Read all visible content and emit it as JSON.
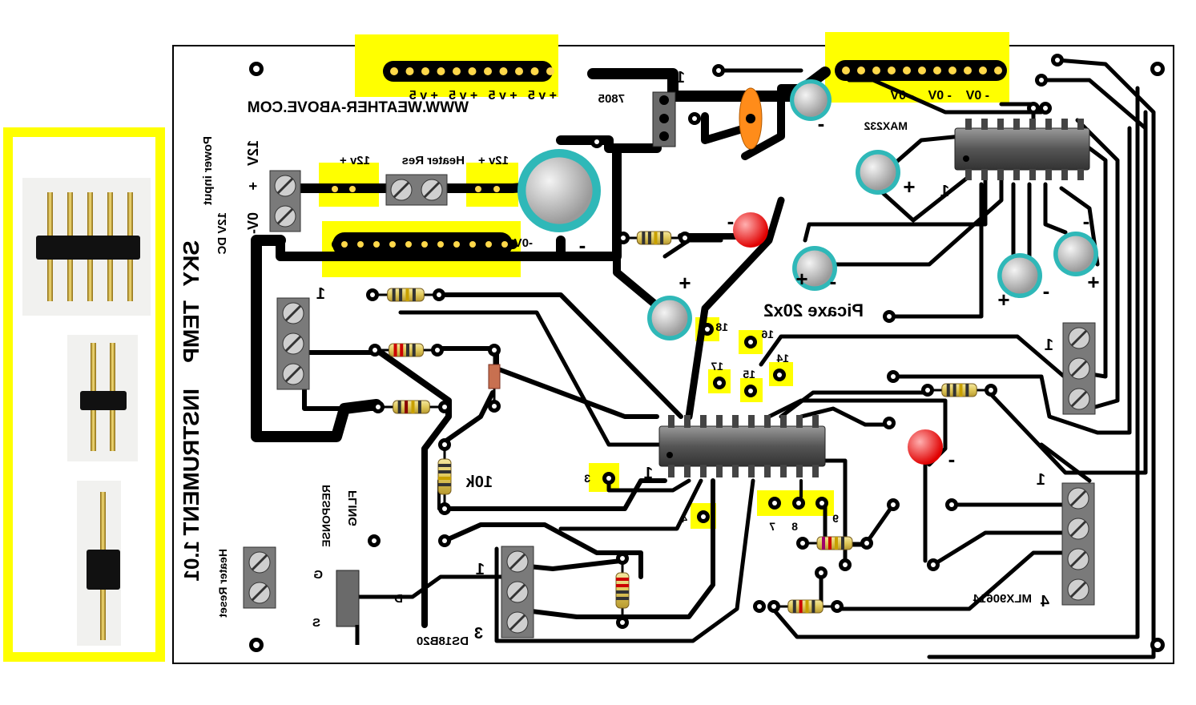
{
  "board": {
    "website": "WWW.WEATHER-ABOVE.COM",
    "title_words": [
      "SKY",
      "TEMP",
      "INSTRUMENT"
    ],
    "version": "1.01",
    "power": {
      "line1": "12V DC",
      "line2": "Power input",
      "plus": "+",
      "plus_v": "12V",
      "minus": "0V-"
    },
    "headers": {
      "top5v": "+ v 5   + v 5   + v 5   + v 5",
      "top0v": "- 0V    - 0V    - 0V",
      "bus0v": "-0V"
    },
    "labels": {
      "reg": "7805",
      "reg_pin": "1",
      "max232": "MAX232",
      "heater_res": "Heater Res",
      "v12a": "12v +",
      "v12b": "12v +",
      "picaxe": "Picaxe 20x2",
      "mlx": "MLX90614",
      "ds18b20": "DS18B20",
      "r10k": "10k",
      "response": "RESPONSE",
      "fling": "FLING",
      "heater_reset": "Heater Reset",
      "fet_g": "G",
      "fet_d": "D",
      "fet_s": "S",
      "one": "1",
      "three": "3",
      "four": "4",
      "plus": "+",
      "minus": "-"
    },
    "pins": [
      "18",
      "16",
      "17",
      "15",
      "14",
      "3",
      "4",
      "7",
      "8",
      "9"
    ]
  },
  "colors": {
    "highlight": "#ffff00",
    "terminal": "#7a7a7a",
    "cap": "#33bbbb",
    "led": "#ff2020",
    "trace": "#000000"
  }
}
